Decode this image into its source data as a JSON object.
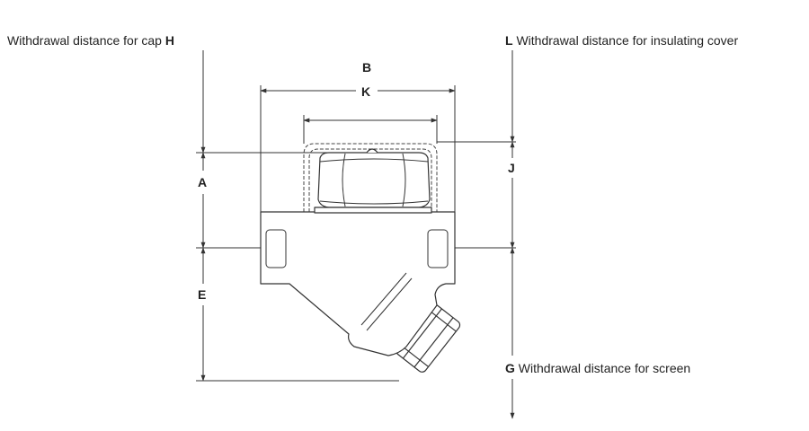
{
  "labels": {
    "h": {
      "text": "Withdrawal distance for cap",
      "letter": "H"
    },
    "l": {
      "letter": "L",
      "text": "Withdrawal distance for insulating cover"
    },
    "g": {
      "letter": "G",
      "text": "Withdrawal distance for screen"
    }
  },
  "dims": {
    "a": "A",
    "b": "B",
    "e": "E",
    "j": "J",
    "k": "K"
  },
  "colors": {
    "line": "#333333",
    "ink": "#222222",
    "background": "#ffffff"
  }
}
